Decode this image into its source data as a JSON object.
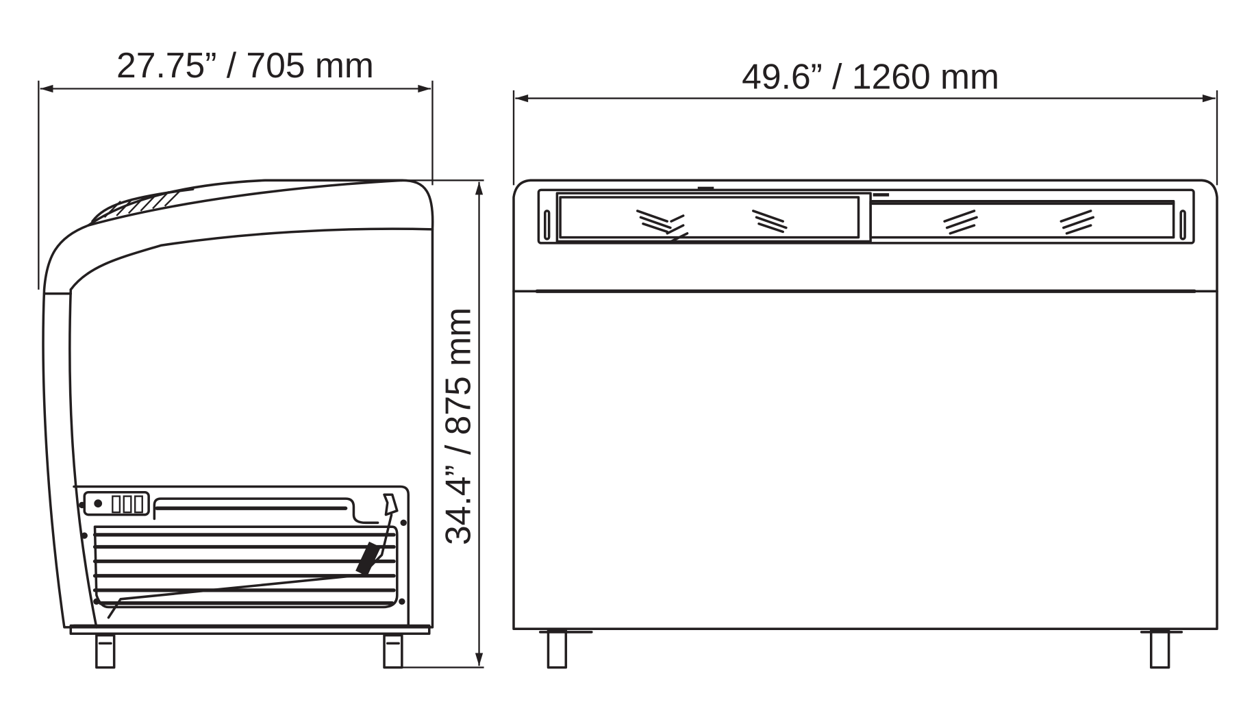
{
  "dimensions": {
    "depth": "27.75” / 705 mm",
    "width": "49.6” / 1260 mm",
    "height": "34.4” / 875 mm"
  },
  "views": [
    "side-view",
    "front-view"
  ],
  "colors": {
    "line": "#231f20",
    "background": "#ffffff"
  }
}
